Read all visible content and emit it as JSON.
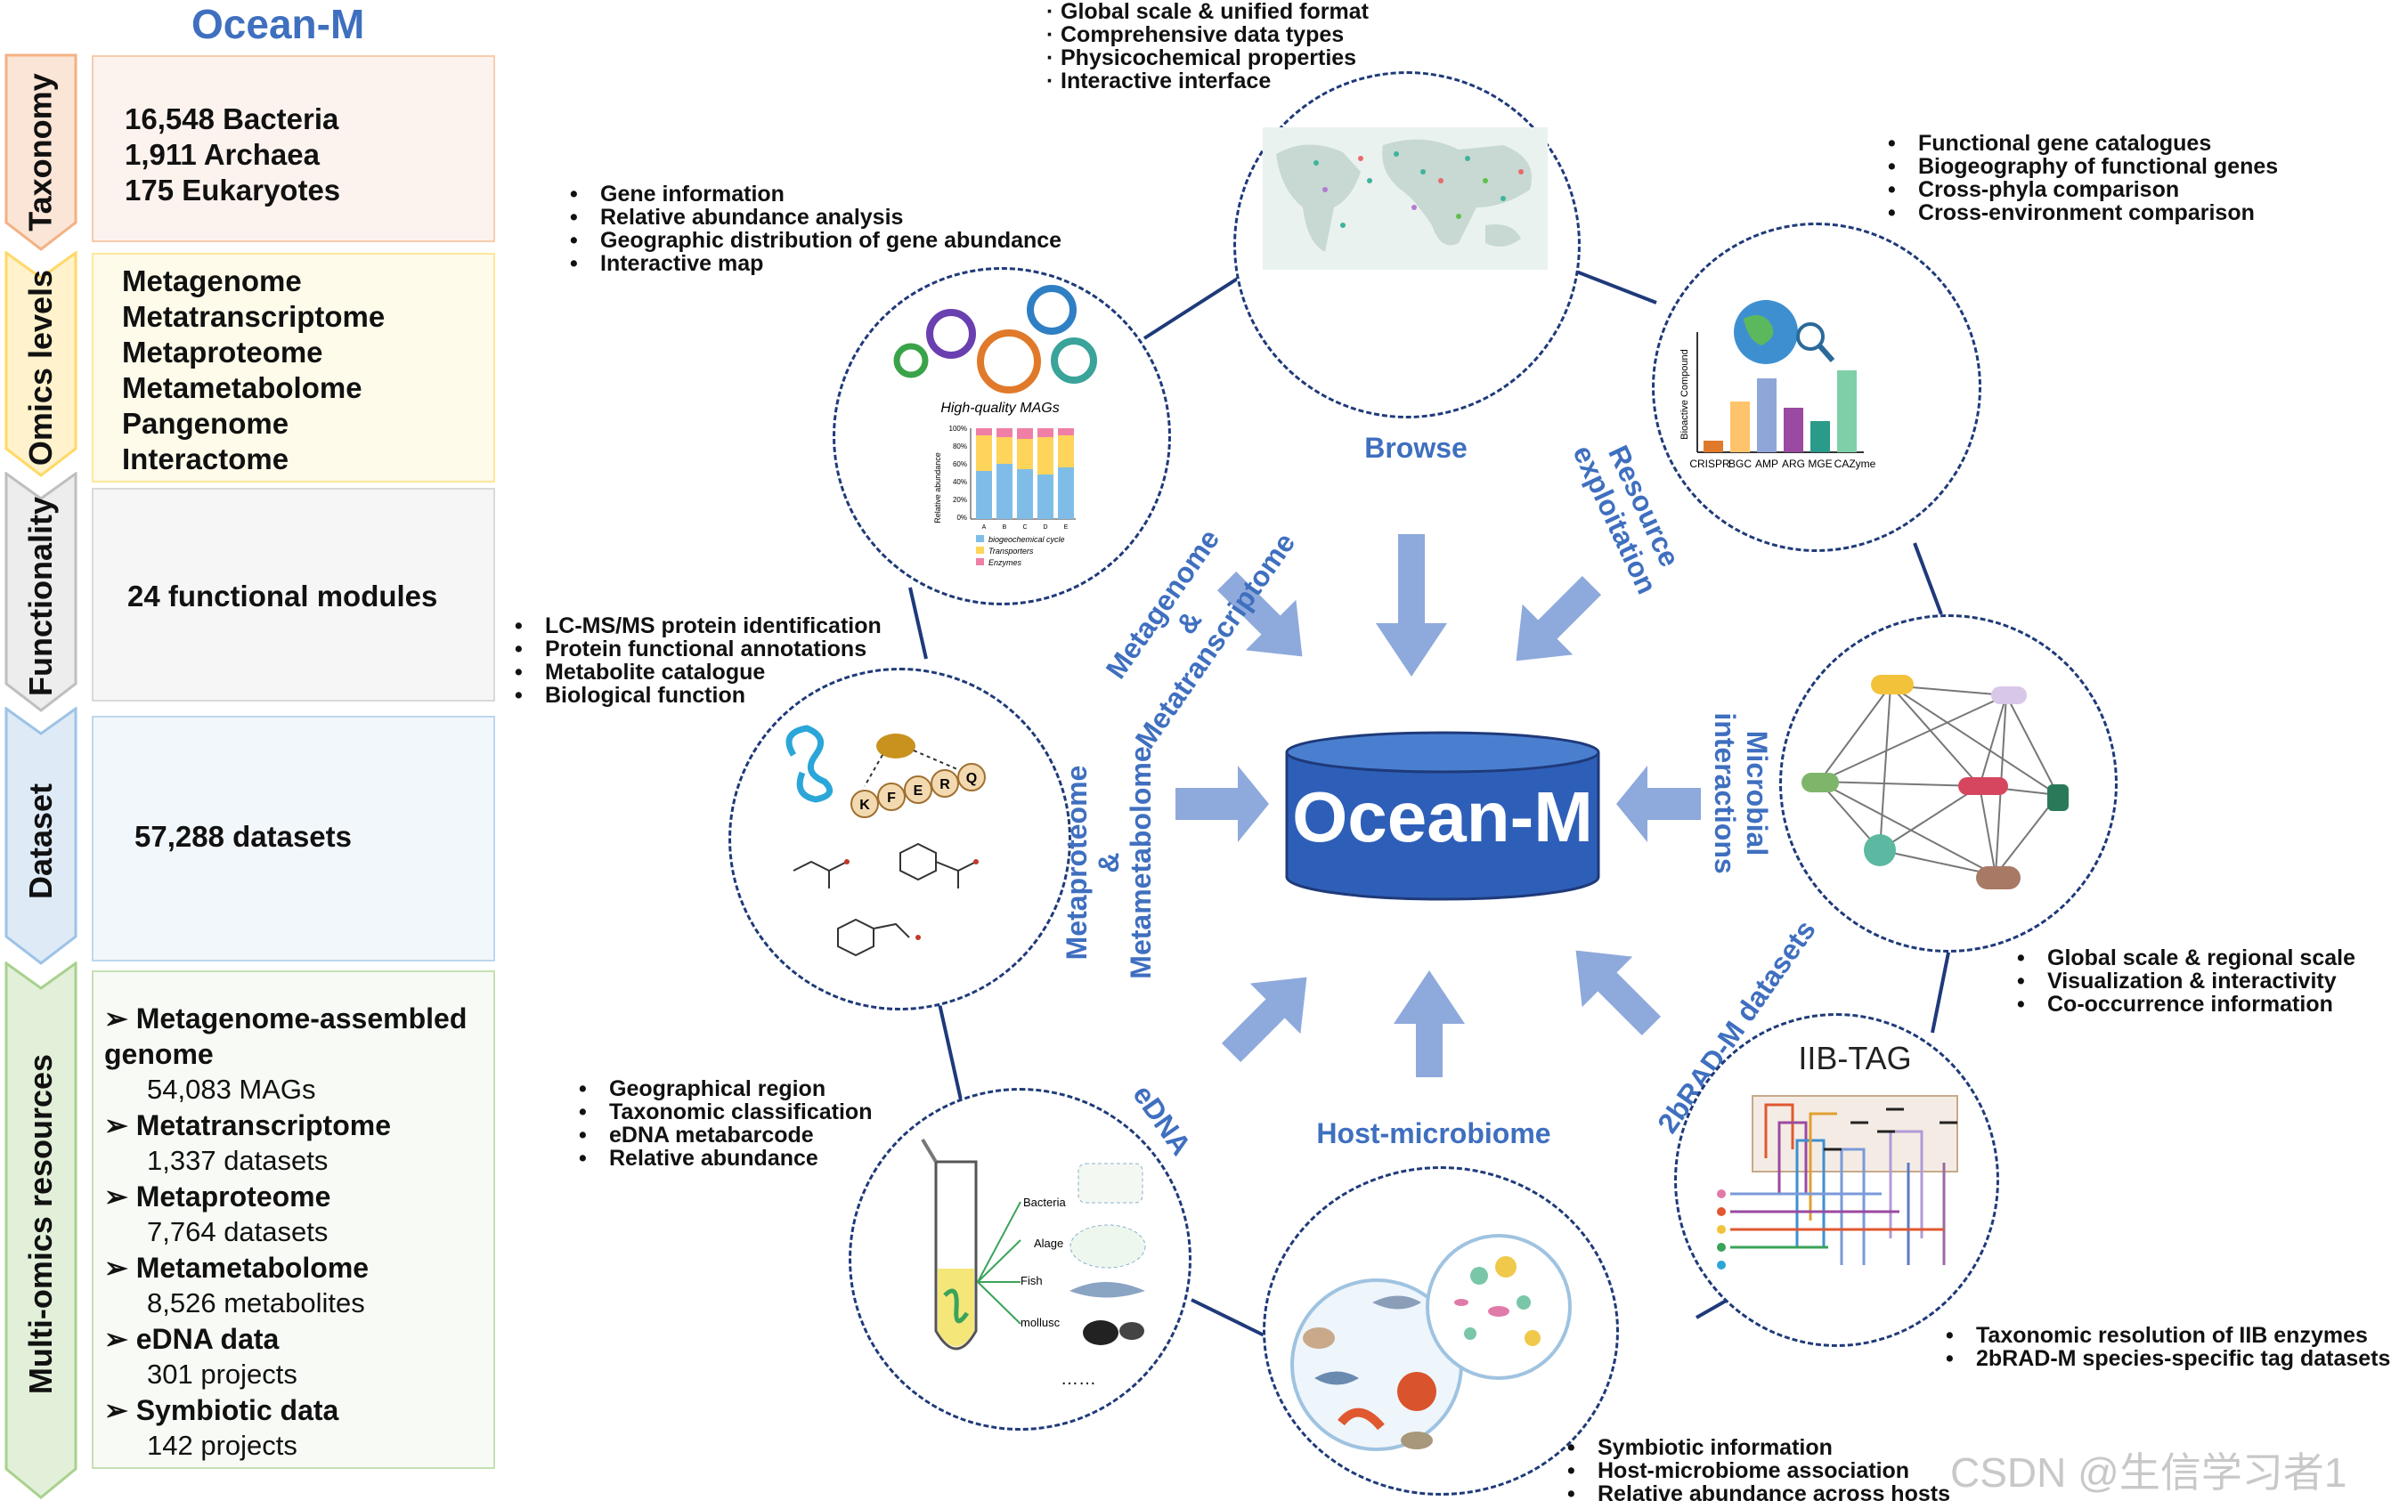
{
  "header": {
    "title": "Ocean-M"
  },
  "left_panel": {
    "sections": [
      {
        "label": "Taxonomy",
        "lines": [
          "16,548 Bacteria",
          "1,911 Archaea",
          "175  Eukaryotes"
        ]
      },
      {
        "label": "Omics levels",
        "lines": [
          "Metagenome",
          "Metatranscriptome",
          "Metaproteome",
          "Metametabolome",
          "Pangenome",
          "Interactome"
        ]
      },
      {
        "label": "Functionality",
        "lines": [
          "24 functional modules"
        ]
      },
      {
        "label": "Dataset",
        "lines": [
          "57,288 datasets"
        ]
      },
      {
        "label": "Multi-omics resources",
        "items": [
          {
            "name": "Metagenome-assembled genome",
            "value": "54,083 MAGs"
          },
          {
            "name": "Metatranscriptome",
            "value": "1,337 datasets"
          },
          {
            "name": "Metaproteome",
            "value": "7,764 datasets"
          },
          {
            "name": "Metametabolome",
            "value": "8,526 metabolites"
          },
          {
            "name": "eDNA data",
            "value": "301 projects"
          },
          {
            "name": "Symbiotic data",
            "value": "142 projects"
          }
        ]
      }
    ],
    "colors": {
      "taxonomy": "#f4b183",
      "omics": "#ffe699",
      "functionality": "#d9d9d9",
      "dataset": "#bdd7ee",
      "multiomics": "#c5e0b4"
    }
  },
  "center": {
    "title": "Ocean-M",
    "color": "#3f6fbf"
  },
  "modules": {
    "browse": {
      "label": "Browse",
      "bullets": [
        "Global scale & unified format",
        "Comprehensive data types",
        "Physicochemical properties",
        "Interactive interface"
      ]
    },
    "metagenome": {
      "label_lines": [
        "Metagenome",
        "&",
        "Metatranscriptome"
      ],
      "bullets": [
        "Gene information",
        "Relative abundance analysis",
        "Geographic distribution of gene abundance",
        "Interactive map"
      ],
      "figure_title": "High-quality MAGs",
      "ylabel": "Relative abundance",
      "yticks": [
        "100%",
        "80%",
        "60%",
        "40%",
        "20%",
        "0%"
      ],
      "xticks": [
        "A",
        "B",
        "C",
        "D",
        "E"
      ],
      "legend": [
        "biogeochemical cycle",
        "Transporters",
        "Enzymes"
      ]
    },
    "resource": {
      "label_lines": [
        "Resource",
        "exploitation"
      ],
      "bullets": [
        "Functional gene catalogues",
        "Biogeography of functional genes",
        "Cross-phyla comparison",
        "Cross-environment comparison"
      ],
      "ylabel": "Bioactive Compound",
      "categories": [
        "CRISPR",
        "BGC",
        "AMP",
        "ARG",
        "MGE",
        "CAZyme"
      ]
    },
    "proteome": {
      "label_lines": [
        "Metaproteome",
        "&",
        "Metametabolome"
      ],
      "bullets": [
        "LC-MS/MS protein identification",
        "Protein functional annotations",
        "Metabolite catalogue",
        "Biological function"
      ],
      "peptide": [
        "K",
        "F",
        "E",
        "R",
        "Q"
      ]
    },
    "microbial": {
      "label_lines": [
        "Microbial",
        "interactions"
      ],
      "bullets": [
        "Global scale & regional scale",
        "Visualization & interactivity",
        "Co-occurrence information"
      ]
    },
    "edna": {
      "label": "eDNA",
      "bullets": [
        "Geographical region",
        "Taxonomic classification",
        "eDNA metabarcode",
        "Relative abundance"
      ],
      "taxa": [
        "Bacteria",
        "Alage",
        "Fish",
        "mollusc",
        "……"
      ]
    },
    "host": {
      "label": "Host-microbiome",
      "bullets": [
        "Symbiotic information",
        "Host-microbiome association",
        "Relative abundance across hosts"
      ]
    },
    "twobrad": {
      "label": "2bRAD-M datasets",
      "figure_title": "IIB-TAG",
      "bullets": [
        "Taxonomic resolution of IIB enzymes",
        "2bRAD-M species-specific tag datasets"
      ]
    }
  },
  "watermark": "CSDN @生信学习者1"
}
